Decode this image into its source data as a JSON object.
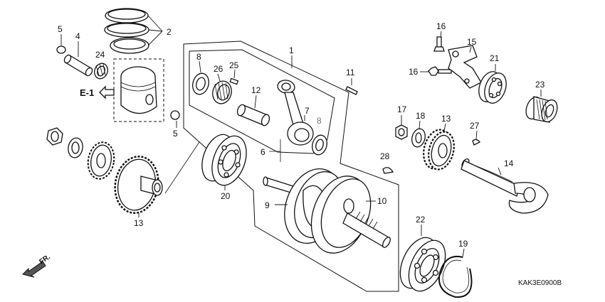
{
  "diagram": {
    "code": "KAK3E0900B",
    "reference_label": "E-1",
    "direction_label": "FR.",
    "callouts": {
      "piston_rings": "2",
      "piston_pin": "4",
      "pin_clip_top": "5",
      "pin_clip_bottom": "5",
      "needle_bearing_small": "24",
      "crankshaft_assembly": "1",
      "thrust_washer_left": "8",
      "thrust_washer_right": "8",
      "needle_bearing_conrod": "26",
      "crank_pin_pin": "25",
      "crank_pin": "12",
      "conrod": "7",
      "conrod_assembly_bracket": "6",
      "key_upper": "11",
      "crank_left": "9",
      "crank_right": "10",
      "bearing_left": "20",
      "primary_gear_left": "13",
      "primary_gear_right": "13",
      "bearing_right": "22",
      "snap_ring": "19",
      "woodruff_key": "28",
      "bolt_upper": "16",
      "bolt_lower": "16",
      "balancer_bracket": "15",
      "balancer_bearing": "21",
      "needle_bearing_23": "23",
      "nut_17": "17",
      "washer_18": "18",
      "balancer_key": "27",
      "balancer_shaft": "14"
    }
  }
}
